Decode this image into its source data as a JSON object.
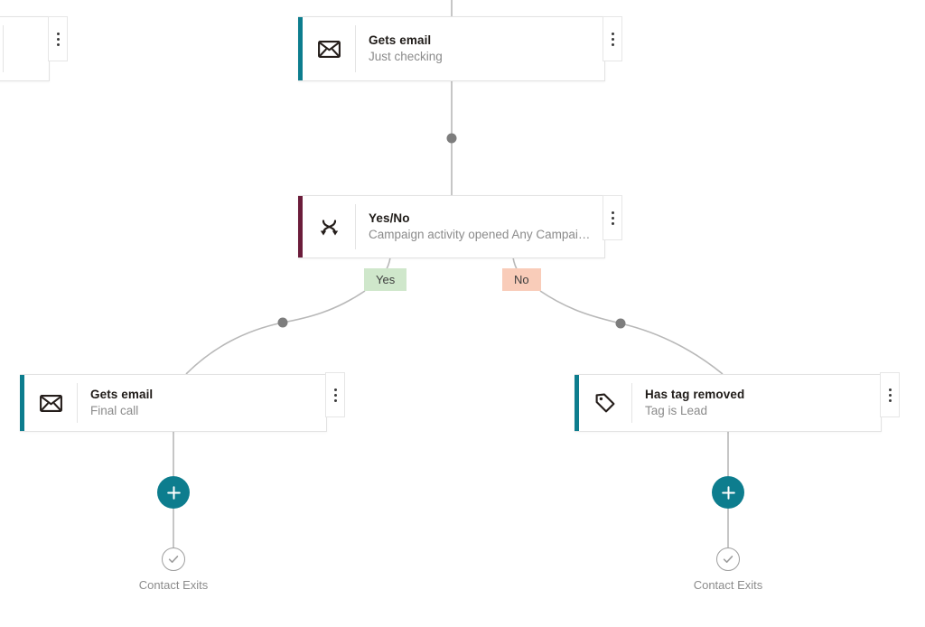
{
  "canvas": {
    "background": "#ffffff",
    "accent_email": "#0d7d8e",
    "accent_condition": "#6b1c3a",
    "accent_tag": "#0d7d8e",
    "add_button_color": "#0d7d8e",
    "edge_color": "#b8b8b8",
    "edge_dot_color": "#7d7d7d",
    "yes_badge_color": "#cfe7cb",
    "no_badge_color": "#f9ccb9"
  },
  "nodes": {
    "partial_top_left": {
      "title": "",
      "subtitle": "",
      "kebab_label": "more-options"
    },
    "gets_email_top": {
      "title": "Gets email",
      "subtitle": "Just checking",
      "icon": "envelope-icon",
      "kebab_label": "more-options"
    },
    "yes_no": {
      "title": "Yes/No",
      "subtitle": "Campaign activity opened Any Campaig...",
      "icon": "branch-split-icon",
      "kebab_label": "more-options"
    },
    "gets_email_final": {
      "title": "Gets email",
      "subtitle": "Final call",
      "icon": "envelope-icon",
      "kebab_label": "more-options"
    },
    "has_tag_removed": {
      "title": "Has tag removed",
      "subtitle": "Tag is Lead",
      "icon": "tag-icon",
      "kebab_label": "more-options"
    }
  },
  "branches": {
    "yes_label": "Yes",
    "no_label": "No"
  },
  "add_buttons": {
    "left_label": "+",
    "right_label": "+"
  },
  "exits": {
    "left_label": "Contact Exits",
    "right_label": "Contact Exits",
    "icon": "check-circle-icon"
  }
}
